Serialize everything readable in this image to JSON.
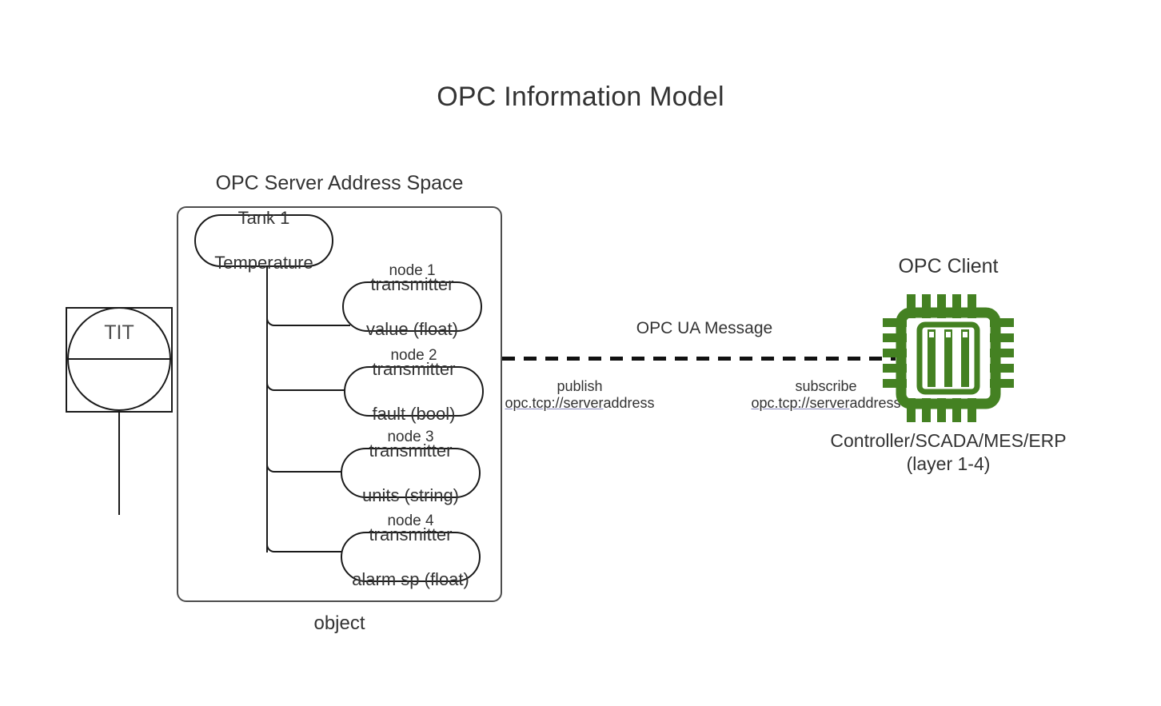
{
  "title": "OPC Information Model",
  "server": {
    "heading": "OPC Server Address Space",
    "footer_label": "object",
    "root_node": {
      "line1": "Tank 1",
      "line2": "Temperature"
    },
    "nodes": [
      {
        "tag": "node 1",
        "line1": "transmitter",
        "line2": "value (float)"
      },
      {
        "tag": "node 2",
        "line1": "transmitter",
        "line2": "fault (bool)"
      },
      {
        "tag": "node 3",
        "line1": "transmitter",
        "line2": "units (string)"
      },
      {
        "tag": "node 4",
        "line1": "transmitter",
        "line2": "alarm sp (float)"
      }
    ]
  },
  "instrument": {
    "tag": "TIT",
    "icon": "instrument-bubble-icon"
  },
  "message": {
    "label": "OPC UA Message",
    "publish": {
      "action": "publish",
      "endpoint_link": "opc.tcp://server",
      "endpoint_rest": "address"
    },
    "subscribe": {
      "action": "subscribe",
      "endpoint_link": "opc.tcp://server",
      "endpoint_rest": "address"
    }
  },
  "client": {
    "heading": "OPC Client",
    "icon": "microchip-icon",
    "subtitle_line1": "Controller/SCADA/MES/ERP",
    "subtitle_line2": "(layer 1-4)"
  },
  "colors": {
    "chip_green": "#448122",
    "stroke": "#1a1a1a",
    "container_stroke": "#4d4d4d",
    "text": "#333333",
    "link_underline": "#8a8ac0",
    "background": "#ffffff"
  }
}
